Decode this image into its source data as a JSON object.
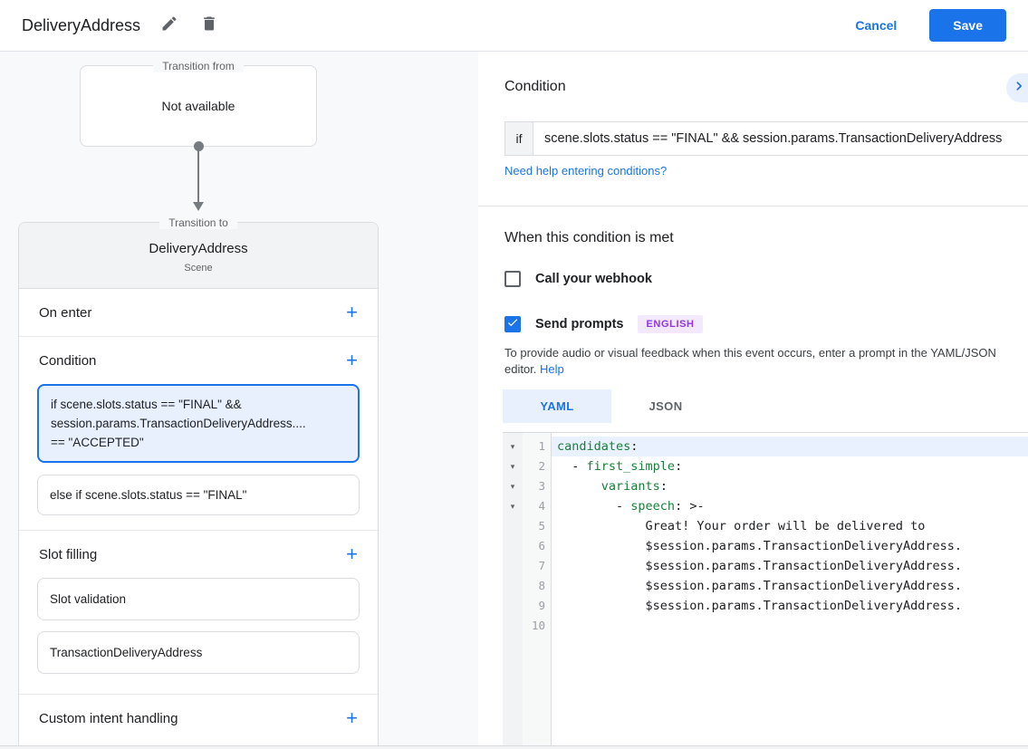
{
  "header": {
    "title": "DeliveryAddress",
    "cancel_label": "Cancel",
    "save_label": "Save"
  },
  "flow": {
    "transition_from_label": "Transition from",
    "transition_from_value": "Not available",
    "transition_to_label": "Transition to",
    "scene_name": "DeliveryAddress",
    "scene_type": "Scene",
    "on_enter_label": "On enter",
    "condition_label": "Condition",
    "selected_condition": {
      "line1": "if scene.slots.status == \"FINAL\" &&",
      "line2": "session.params.TransactionDeliveryAddress....",
      "line3": "== \"ACCEPTED\""
    },
    "else_condition": "else if scene.slots.status == \"FINAL\"",
    "slot_filling_label": "Slot filling",
    "slots": [
      "Slot validation",
      "TransactionDeliveryAddress"
    ],
    "custom_intent_label": "Custom intent handling"
  },
  "condition_panel": {
    "heading": "Condition",
    "if_label": "if",
    "if_value": "scene.slots.status == \"FINAL\" && session.params.TransactionDeliveryAddress",
    "help_link": "Need help entering conditions?"
  },
  "when_met": {
    "heading": "When this condition is met",
    "webhook_label": "Call your webhook",
    "webhook_checked": false,
    "prompts_label": "Send prompts",
    "prompts_checked": true,
    "language_badge": "ENGLISH",
    "description": "To provide audio or visual feedback when this event occurs, enter a prompt in the YAML/JSON editor.",
    "help_label": "Help"
  },
  "editor": {
    "tabs": [
      {
        "label": "YAML",
        "active": true
      },
      {
        "label": "JSON",
        "active": false
      }
    ],
    "code_lines": [
      {
        "n": "1",
        "fold": true,
        "active": true,
        "parts": [
          [
            "k",
            "candidates"
          ],
          [
            "p",
            ":"
          ]
        ]
      },
      {
        "n": "2",
        "fold": true,
        "parts": [
          [
            "p",
            "  - "
          ],
          [
            "k",
            "first_simple"
          ],
          [
            "p",
            ":"
          ]
        ]
      },
      {
        "n": "3",
        "fold": true,
        "parts": [
          [
            "p",
            "      "
          ],
          [
            "k",
            "variants"
          ],
          [
            "p",
            ":"
          ]
        ]
      },
      {
        "n": "4",
        "fold": true,
        "parts": [
          [
            "p",
            "        - "
          ],
          [
            "k",
            "speech"
          ],
          [
            "p",
            ": >-"
          ]
        ]
      },
      {
        "n": "5",
        "parts": [
          [
            "p",
            "            Great! Your order will be delivered to"
          ]
        ]
      },
      {
        "n": "6",
        "parts": [
          [
            "p",
            "            $session.params.TransactionDeliveryAddress."
          ]
        ]
      },
      {
        "n": "7",
        "parts": [
          [
            "p",
            "            $session.params.TransactionDeliveryAddress."
          ]
        ]
      },
      {
        "n": "8",
        "parts": [
          [
            "p",
            "            $session.params.TransactionDeliveryAddress."
          ]
        ]
      },
      {
        "n": "9",
        "parts": [
          [
            "p",
            "            $session.params.TransactionDeliveryAddress."
          ]
        ]
      },
      {
        "n": "10",
        "parts": []
      }
    ]
  },
  "colors": {
    "accent_blue": "#1a73e8",
    "yaml_key_green": "#188038",
    "badge_purple": "#9334e6",
    "badge_bg": "#f3e8fd",
    "selected_condition_bg": "#e8f0fe"
  }
}
